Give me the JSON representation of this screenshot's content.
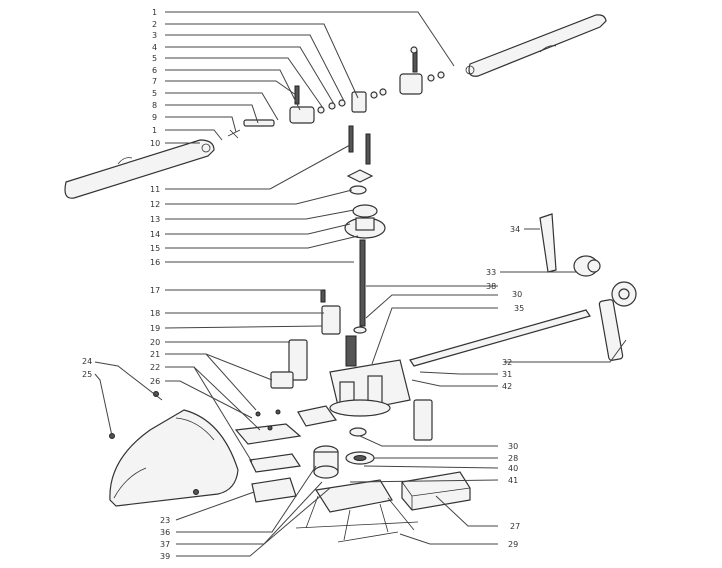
{
  "labels": {
    "l1": "1",
    "l2": "2",
    "l3": "3",
    "l4": "4",
    "l5": "5",
    "l6": "6",
    "l7": "7",
    "l8": "8",
    "l9": "9",
    "l1b": "1",
    "l10": "10",
    "l11": "11",
    "l12": "12",
    "l13": "13",
    "l14": "14",
    "l15": "15",
    "l16": "16",
    "l17": "17",
    "l18": "18",
    "l19": "19",
    "l20": "20",
    "l21": "21",
    "l22": "22",
    "l23": "23",
    "l24": "24",
    "l25": "25",
    "l26": "26",
    "l27": "27",
    "l28": "28",
    "l29": "29",
    "l30a": "30",
    "l30b": "30",
    "l31": "31",
    "l32": "32",
    "l33": "33",
    "l34": "34",
    "l35": "35",
    "l36": "36",
    "l37": "37",
    "l38": "38",
    "l39": "39",
    "l40": "40",
    "l41": "41",
    "l42": "42"
  }
}
